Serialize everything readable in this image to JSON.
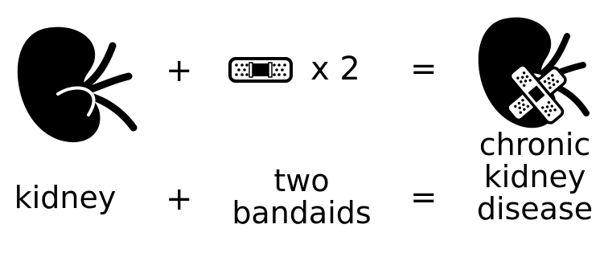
{
  "equation": {
    "operand1": {
      "icon": "kidney-icon",
      "label": "kidney"
    },
    "plus": "+",
    "operand2": {
      "icon": "bandaid-icon",
      "multiplier": "x 2",
      "label_lines": [
        "two",
        "bandaids"
      ]
    },
    "equals": "=",
    "result": {
      "icon": "bandaged-kidney-icon",
      "label_lines": [
        "chronic",
        "kidney",
        "disease"
      ]
    }
  },
  "colors": {
    "ink": "#000000",
    "background": "#ffffff"
  }
}
